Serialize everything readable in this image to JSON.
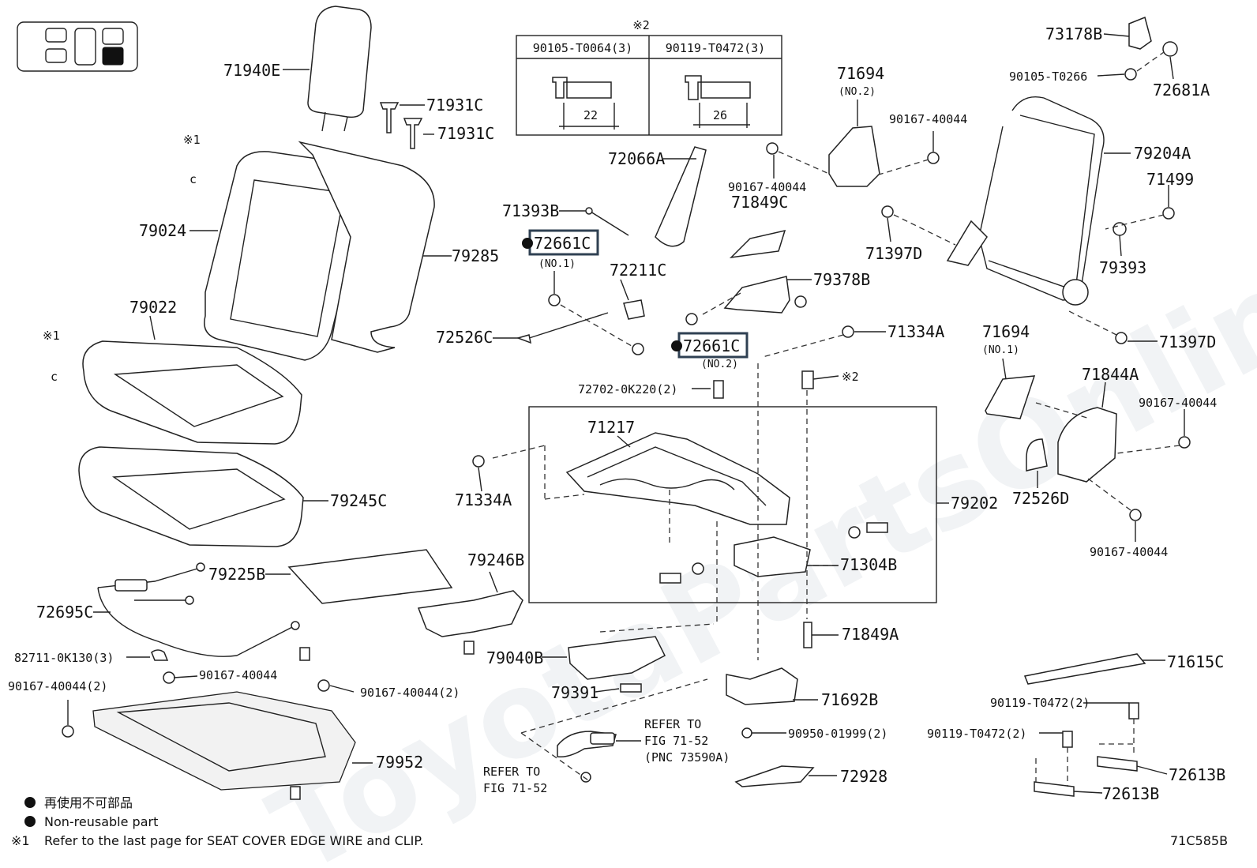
{
  "diagram_code": "71C585B",
  "bolt_table": {
    "mark": "※2",
    "col1": {
      "part": "90105-T0064(3)",
      "dim": "22"
    },
    "col2": {
      "part": "90119-T0472(3)",
      "dim": "26"
    }
  },
  "legend": {
    "non_reusable_jp": "再使用不可部品",
    "non_reusable_en": "Non-reusable part",
    "mark1": "※1",
    "footnote": "Refer to the last page for SEAT COVER EDGE WIRE and CLIP."
  },
  "marks": {
    "m1": "※1",
    "m2": "※1",
    "m3": "※2",
    "clip1": "c",
    "clip2": "c"
  },
  "refs": {
    "ref1_line1": "REFER TO",
    "ref1_line2": "FIG 71-52",
    "ref1_line3": "(PNC 73590A)",
    "ref2_line1": "REFER TO",
    "ref2_line2": "FIG 71-52"
  },
  "sublabels": {
    "no1_a": "(NO.1)",
    "no2_a": "(NO.2)",
    "no2_b": "(NO.2)",
    "no1_b": "(NO.1)"
  },
  "parts": {
    "p71940E": "71940E",
    "p71931C_a": "71931C",
    "p71931C_b": "71931C",
    "p79024": "79024",
    "p79285": "79285",
    "p79022": "79022",
    "p79245C": "79245C",
    "p79225B": "79225B",
    "p72695C": "72695C",
    "p82711": "82711-0K130(3)",
    "p90167_40044_2a": "90167-40044(2)",
    "p90167_40044_a": "90167-40044",
    "p90167_40044_2b": "90167-40044(2)",
    "p79952": "79952",
    "p71393B": "71393B",
    "p72661C_1": "72661C",
    "p72211C": "72211C",
    "p72526C": "72526C",
    "p72661C_2": "72661C",
    "p72702": "72702-0K220(2)",
    "p72066A": "72066A",
    "p71849C": "71849C",
    "p79378B": "79378B",
    "p71334A_a": "71334A",
    "p71217": "71217",
    "p71334A_b": "71334A",
    "p79202": "79202",
    "p71304B": "71304B",
    "p79246B": "79246B",
    "p79040B": "79040B",
    "p79391": "79391",
    "p71849A": "71849A",
    "p71692B": "71692B",
    "p90950": "90950-01999(2)",
    "p72928": "72928",
    "p71694_2": "71694",
    "p90167_40044_b": "90167-40044",
    "p90167_40044_c": "90167-40044",
    "p73178B": "73178B",
    "p90105_T0266": "90105-T0266",
    "p72681A": "72681A",
    "p79204A": "79204A",
    "p71499": "71499",
    "p71397D_a": "71397D",
    "p79393": "79393",
    "p71397D_b": "71397D",
    "p71694_1": "71694",
    "p71844A": "71844A",
    "p90167_40044_d": "90167-40044",
    "p72526D": "72526D",
    "p90167_40044_e": "90167-40044",
    "p71615C": "71615C",
    "p90119_a": "90119-T0472(2)",
    "p90119_b": "90119-T0472(2)",
    "p72613B_a": "72613B",
    "p72613B_b": "72613B"
  }
}
